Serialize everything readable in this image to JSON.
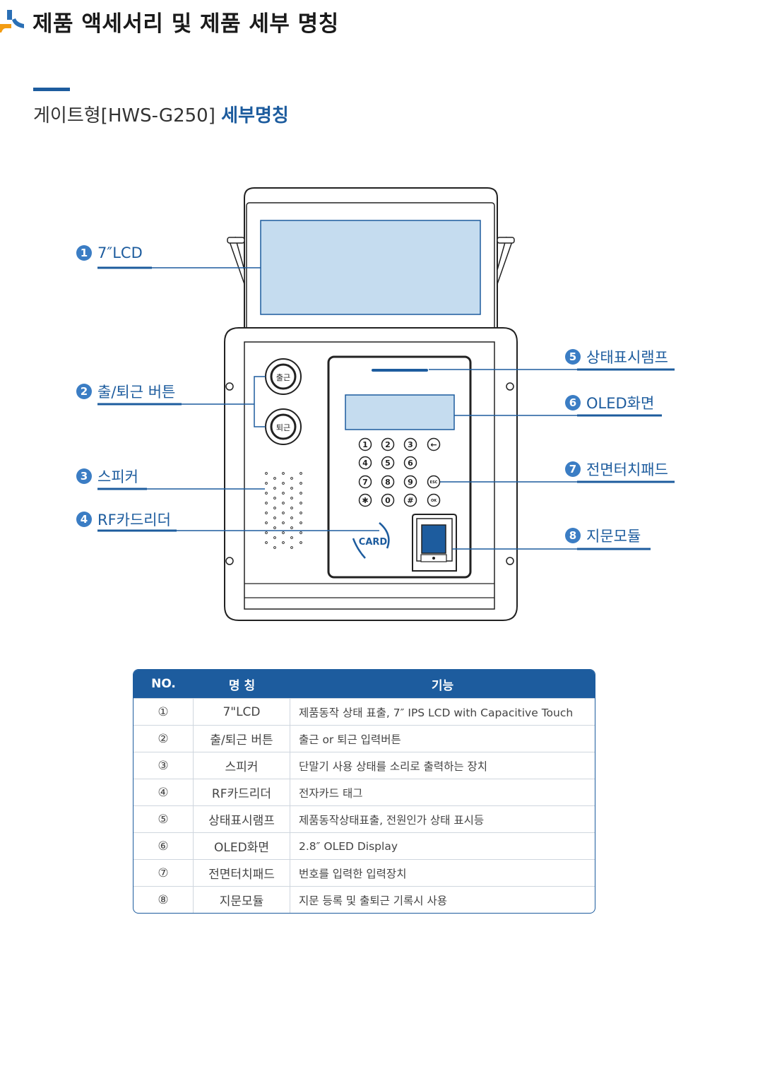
{
  "heading": "제품 액세서리 및 제품 세부 명칭",
  "subheading": {
    "prefix": "게이트형[HWS-G250]",
    "highlight": "세부명칭"
  },
  "device": {
    "buttons": {
      "in": "출근",
      "out": "퇴근"
    },
    "keypad": [
      "1",
      "2",
      "3",
      "←",
      "4",
      "5",
      "6",
      "",
      "7",
      "8",
      "9",
      "ESC",
      "✱",
      "0",
      "#",
      "OK"
    ],
    "card_text": "CARD"
  },
  "callouts": [
    {
      "num": "1",
      "label": "7″LCD"
    },
    {
      "num": "2",
      "label": "출/퇴근 버튼"
    },
    {
      "num": "3",
      "label": "스피커"
    },
    {
      "num": "4",
      "label": "RF카드리더"
    },
    {
      "num": "5",
      "label": "상태표시램프"
    },
    {
      "num": "6",
      "label": "OLED화면"
    },
    {
      "num": "7",
      "label": "전면터치패드"
    },
    {
      "num": "8",
      "label": "지문모듈"
    }
  ],
  "table": {
    "headers": [
      "NO.",
      "명 칭",
      "기능"
    ],
    "rows": [
      [
        "①",
        "7\"LCD",
        "제품동작 상태 표출, 7″ IPS LCD with Capacitive Touch"
      ],
      [
        "②",
        "출/퇴근 버튼",
        "출근 or 퇴근 입력버튼"
      ],
      [
        "③",
        "스피커",
        "단말기 사용 상태를 소리로 출력하는 장치"
      ],
      [
        "④",
        "RF카드리더",
        "전자카드 태그"
      ],
      [
        "⑤",
        "상태표시램프",
        "제품동작상태표출, 전원인가 상태 표시등"
      ],
      [
        "⑥",
        "OLED화면",
        "2.8″ OLED Display"
      ],
      [
        "⑦",
        "전면터치패드",
        "번호를 입력한 입력장치"
      ],
      [
        "⑧",
        "지문모듈",
        "지문 등록 및 출퇴근 기록시 사용"
      ]
    ]
  },
  "colors": {
    "accent": "#1d5c9e",
    "screen": "#c5dcef",
    "logo_orange": "#f39c12",
    "logo_blue": "#2a6fb5"
  }
}
